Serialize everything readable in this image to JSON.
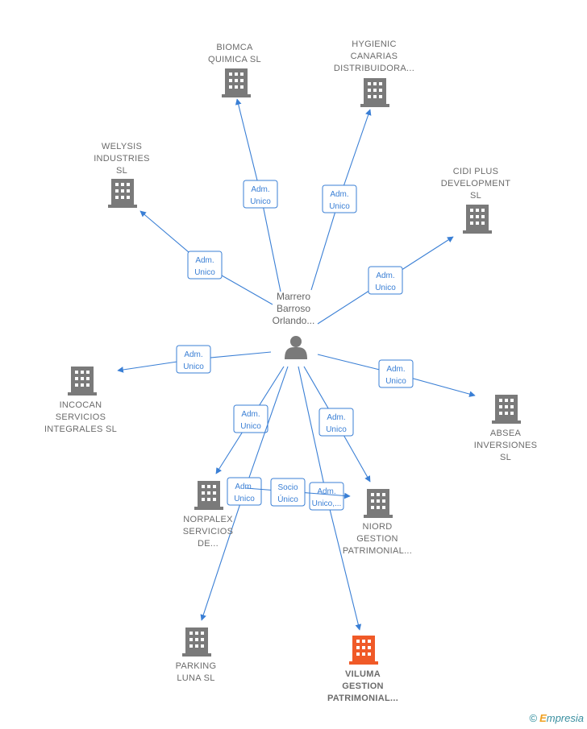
{
  "diagram": {
    "center": {
      "label_lines": [
        "Marrero",
        "Barroso",
        "Orlando..."
      ]
    },
    "companies": [
      {
        "id": "biomca",
        "lines": [
          "BIOMCA",
          "QUIMICA  SL"
        ],
        "highlight": false
      },
      {
        "id": "hygienic",
        "lines": [
          "HYGIENIC",
          "CANARIAS",
          "DISTRIBUIDORA..."
        ],
        "highlight": false
      },
      {
        "id": "welysis",
        "lines": [
          "WELYSIS",
          "INDUSTRIES",
          "SL"
        ],
        "highlight": false
      },
      {
        "id": "cidi",
        "lines": [
          "CIDI PLUS",
          "DEVELOPMENT",
          "SL"
        ],
        "highlight": false
      },
      {
        "id": "incocan",
        "lines": [
          "INCOCAN",
          "SERVICIOS",
          "INTEGRALES SL"
        ],
        "highlight": false
      },
      {
        "id": "absea",
        "lines": [
          "ABSEA",
          "INVERSIONES",
          "SL"
        ],
        "highlight": false
      },
      {
        "id": "norpalex",
        "lines": [
          "NORPALEX",
          "SERVICIOS",
          "DE..."
        ],
        "highlight": false
      },
      {
        "id": "niord",
        "lines": [
          "NIORD",
          "GESTION",
          "PATRIMONIAL..."
        ],
        "highlight": false
      },
      {
        "id": "parking",
        "lines": [
          "PARKING",
          "LUNA  SL"
        ],
        "highlight": false
      },
      {
        "id": "viluma",
        "lines": [
          "VILUMA",
          "GESTION",
          "PATRIMONIAL..."
        ],
        "highlight": true
      }
    ],
    "edges": [
      {
        "to": "biomca",
        "lines": [
          "Adm.",
          "Unico"
        ]
      },
      {
        "to": "hygienic",
        "lines": [
          "Adm.",
          "Unico"
        ]
      },
      {
        "to": "welysis",
        "lines": [
          "Adm.",
          "Unico"
        ]
      },
      {
        "to": "cidi",
        "lines": [
          "Adm.",
          "Unico"
        ]
      },
      {
        "to": "incocan",
        "lines": [
          "Adm.",
          "Unico"
        ]
      },
      {
        "to": "absea",
        "lines": [
          "Adm.",
          "Unico"
        ]
      },
      {
        "to": "norpalex",
        "lines": [
          "Adm.",
          "Unico"
        ]
      },
      {
        "to": "niord",
        "lines": [
          "Adm.",
          "Unico"
        ]
      },
      {
        "to": "parking",
        "lines": [
          "Adm.",
          "Unico"
        ]
      },
      {
        "to": "viluma",
        "lines": [
          "Adm.",
          "Unico,..."
        ]
      },
      {
        "to": "viluma-socio",
        "lines": [
          "Socio",
          "Único"
        ]
      }
    ],
    "colors": {
      "edge": "#3a7fd5",
      "building": "#7a7a7a",
      "building_highlight": "#f05a28",
      "person": "#7a7a7a"
    }
  },
  "footer": {
    "copyright_symbol": "©",
    "brand_initial": "E",
    "brand_rest": "mpresia"
  }
}
